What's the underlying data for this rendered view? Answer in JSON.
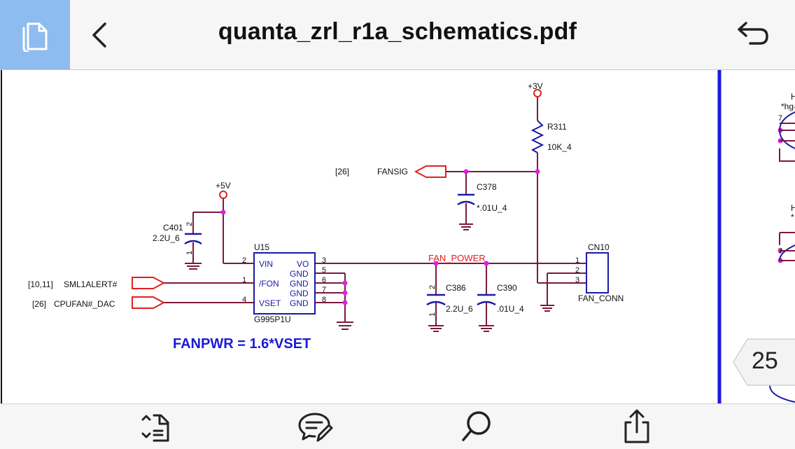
{
  "header": {
    "title": "quanta_zrl_r1a_schematics.pdf"
  },
  "page_indicator": "25",
  "schematic": {
    "net_3v": "+3V",
    "net_5v": "+5V",
    "r311": "R311",
    "r311_val": "10K_4",
    "fansig_ref": "[26]",
    "fansig": "FANSIG",
    "c378": "C378",
    "c378_val": "*.01U_4",
    "c401": "C401",
    "c401_val": "2.2U_6",
    "u15": "U15",
    "u15_part": "G995P1U",
    "pin_vin": "VIN",
    "pin_fon": "/FON",
    "pin_vset": "VSET",
    "pin_vo": "VO",
    "pin_gnd": "GND",
    "sml_ref": "[10,11]",
    "sml": "SML1ALERT#",
    "cpufan_ref": "[26]",
    "cpufan": "CPUFAN#_DAC",
    "fan_power": "FAN_POWER",
    "c386": "C386",
    "c386_val": "2.2U_6",
    "c390": "C390",
    "c390_val": ".01U_4",
    "cn10": "CN10",
    "fan_conn": "FAN_CONN",
    "formula": "FANPWR = 1.6*VSET",
    "n1": "1",
    "n2": "2",
    "n3": "3",
    "n4": "4",
    "n5": "5",
    "n6": "6",
    "n7": "7",
    "n8": "8",
    "right_h": "H",
    "right_hg": "*hg-",
    "right_star": "*"
  },
  "colors": {
    "accent": "#8ebcf0",
    "wire": "#7a1a3a",
    "part": "#1a1aa8",
    "net_red": "#e02020",
    "node": "#e020e0",
    "page_border": "#1a1adc"
  },
  "icons": {
    "document": "document-icon",
    "back": "chevron-left-icon",
    "undo": "undo-icon",
    "fit": "fit-width-icon",
    "comment": "comment-edit-icon",
    "search": "search-icon",
    "share": "share-icon"
  }
}
